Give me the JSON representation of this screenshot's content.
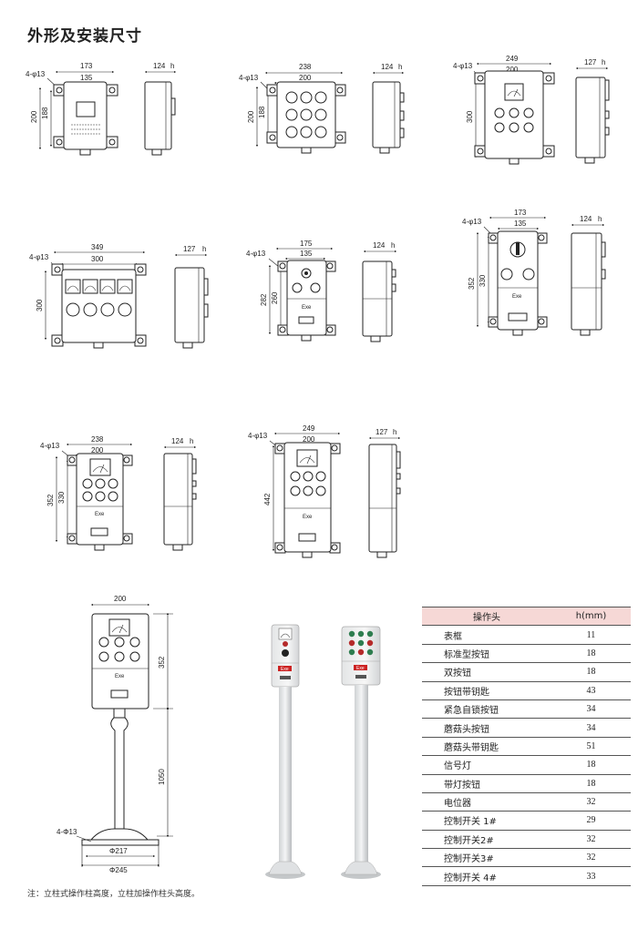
{
  "page": {
    "title": "外形及安装尺寸",
    "note": "注：立柱式操作柱高度，立柱加操作柱头高度。"
  },
  "drawing_labels": {
    "d1": {
      "hole": "4-φ13",
      "w1": "173",
      "w2": "135",
      "h1": "200",
      "h2": "188",
      "depth": "124",
      "h": "h"
    },
    "d2": {
      "hole": "4-φ13",
      "w1": "238",
      "w2": "200",
      "h1": "200",
      "h2": "188",
      "depth": "124",
      "h": "h"
    },
    "d3": {
      "hole": "4-φ13",
      "w1": "249",
      "w2": "200",
      "h1": "300",
      "depth": "127",
      "h": "h"
    },
    "d4": {
      "hole": "4-φ13",
      "w1": "349",
      "w2": "300",
      "h1": "300",
      "depth": "127",
      "h": "h"
    },
    "d5": {
      "hole": "4-φ13",
      "w1": "175",
      "w2": "135",
      "h1": "282",
      "h2": "260",
      "depth": "124",
      "h": "h",
      "exe": "Exe"
    },
    "d6": {
      "hole": "4-φ13",
      "w1": "173",
      "w2": "135",
      "h1": "352",
      "h2": "330",
      "depth": "124",
      "h": "h",
      "exe": "Exe"
    },
    "d7": {
      "hole": "4-φ13",
      "w1": "238",
      "w2": "200",
      "h1": "352",
      "h2": "330",
      "depth": "124",
      "h": "h",
      "exe": "Exe"
    },
    "d8": {
      "hole": "4-φ13",
      "w1": "249",
      "w2": "200",
      "h1": "442",
      "depth": "127",
      "h": "h",
      "exe": "Exe"
    },
    "d9": {
      "w": "200",
      "head_h": "352",
      "col_h": "1050",
      "hole": "4-Φ13",
      "base1": "Φ217",
      "base2": "Φ245",
      "exe": "Exe"
    }
  },
  "photo_labels": {
    "exe1": "Exe",
    "exe2": "Exe"
  },
  "spec_table": {
    "header": {
      "col1": "操作头",
      "col2": "h(mm)"
    },
    "rows": [
      {
        "name": "表框",
        "h": "11"
      },
      {
        "name": "标准型按钮",
        "h": "18"
      },
      {
        "name": "双按钮",
        "h": "18"
      },
      {
        "name": "按钮带钥匙",
        "h": "43"
      },
      {
        "name": "紧急自锁按钮",
        "h": "34"
      },
      {
        "name": "蘑菇头按钮",
        "h": "34"
      },
      {
        "name": "蘑菇头带钥匙",
        "h": "51"
      },
      {
        "name": "信号灯",
        "h": "18"
      },
      {
        "name": "带灯按钮",
        "h": "18"
      },
      {
        "name": "电位器",
        "h": "32"
      },
      {
        "name": "控制开关 1#",
        "h": "29"
      },
      {
        "name": "控制开关2#",
        "h": "32"
      },
      {
        "name": "控制开关3#",
        "h": "32"
      },
      {
        "name": "控制开关 4#",
        "h": "33"
      }
    ]
  },
  "colors": {
    "table_header_bg": "#f6d8d6",
    "line": "#222222",
    "exe_red": "#cc2222",
    "button_green": "#2e7d4f",
    "button_red": "#b52a2a"
  }
}
